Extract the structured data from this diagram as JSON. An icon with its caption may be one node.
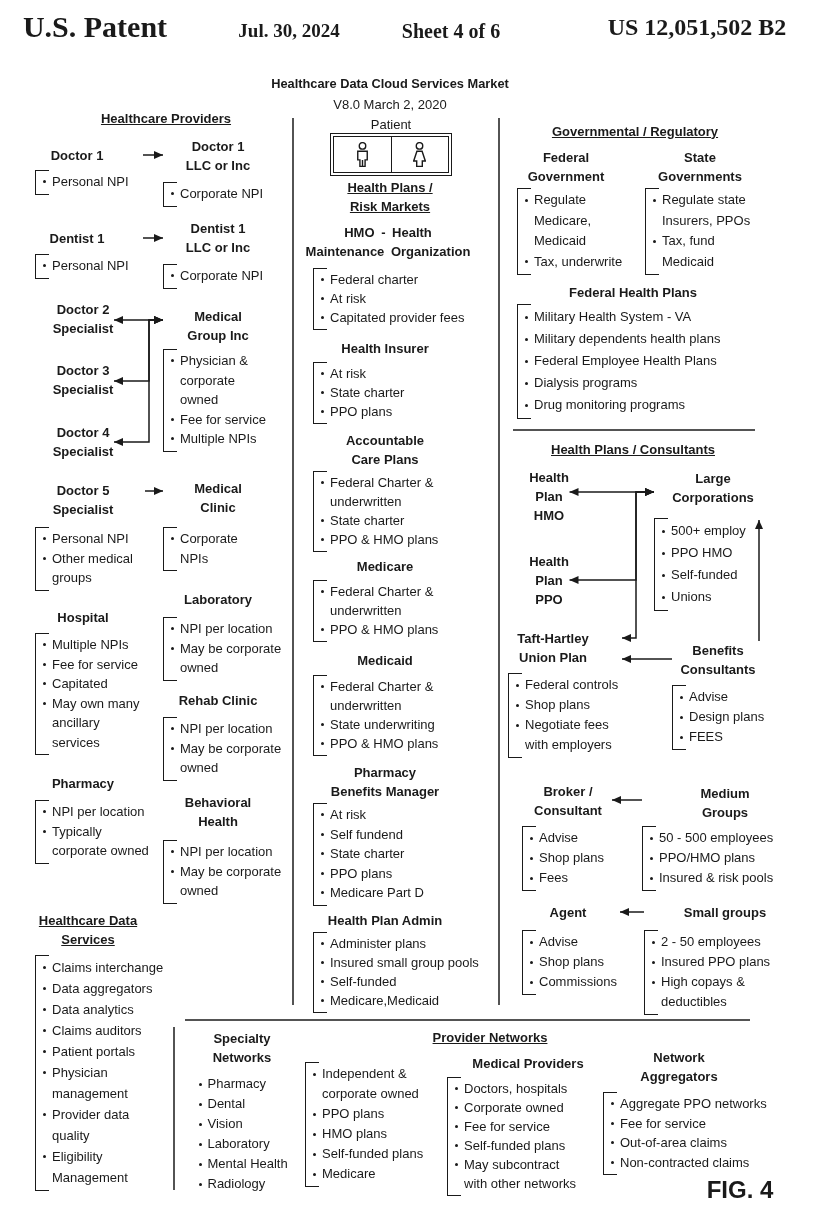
{
  "diagram": {
    "title": "Healthcare Data Cloud Services Market",
    "nodes": [
      {
        "text": [
          "Doctor 1",
          "Personal NPI"
        ]
      },
      {
        "text": [
          "Doctor 1 LLC or Inc",
          "Corporate NPI"
        ]
      },
      {
        "text": [
          "Dentist 1",
          "Personal NPI"
        ]
      },
      {
        "text": [
          "Dentist 1 LLC or Inc",
          "Corporate NPI"
        ]
      },
      {
        "text": [
          "Doctor 2 Specialist"
        ]
      },
      {
        "text": [
          "Medical Group Inc",
          "Physician & corporate owned",
          "Fee for service",
          "Multiple NPIs"
        ]
      },
      {
        "text": [
          "Doctor 3 Specialist"
        ]
      },
      {
        "text": [
          "Doctor 4 Specialist"
        ]
      },
      {
        "text": [
          "Doctor 5 Specialist",
          "Personal NPI",
          "Other medical groups"
        ]
      },
      {
        "text": [
          "Medical Clinic",
          "Corporate NPIs"
        ]
      },
      {
        "text": [
          "Hospital",
          "Multiple NPIs",
          "Fee for service",
          "Capitated",
          "May own many ancillary services"
        ]
      },
      {
        "text": [
          "Laboratory",
          "NPI per location",
          "May be corporate owned"
        ]
      },
      {
        "text": [
          "Rehab Clinic",
          "NPI per location",
          "May be corporate owned"
        ]
      },
      {
        "text": [
          "Pharmacy",
          "NPI per location",
          "Typically corporate owned"
        ]
      },
      {
        "text": [
          "Behavioral Health",
          "NPI per location",
          "May be corporate owned"
        ]
      },
      {
        "text": [
          "Healthcare Data Services",
          "Claims interchange",
          "Data aggregators",
          "Data analytics",
          "Claims auditors",
          "Patient portals",
          "Physician management",
          "Provider data quality",
          "Eligibility Management"
        ]
      },
      {
        "text": [
          "Patient"
        ]
      },
      {
        "text": [
          "HMO - Health Maintenance Organization",
          "Federal charter",
          "At risk",
          "Capitated provider fees"
        ]
      },
      {
        "text": [
          "Health Insurer",
          "At risk",
          "State charter",
          "PPO plans"
        ]
      },
      {
        "text": [
          "Accountable Care Plans",
          "Federal Charter & underwritten",
          "State charter",
          "PPO & HMO plans"
        ]
      },
      {
        "text": [
          "Medicare",
          "Federal Charter & underwritten",
          "PPO & HMO plans"
        ]
      },
      {
        "text": [
          "Medicaid",
          "Federal Charter & underwritten",
          "State underwriting",
          "PPO & HMO plans"
        ]
      },
      {
        "text": [
          "Pharmacy Benefits Manager",
          "At risk",
          "Self fundend",
          "State charter",
          "PPO plans",
          "Medicare Part D"
        ]
      },
      {
        "text": [
          "Health Plan Admin",
          "Administer plans",
          "Insured small group pools",
          "Self-funded",
          "Medicare,Medicaid"
        ]
      },
      {
        "text": [
          "Federal Government",
          "Regulate Medicare, Medicaid",
          "Tax, underwrite"
        ]
      },
      {
        "text": [
          "State Governments",
          "Regulate state Insurers, PPOs",
          "Tax, fund Medicaid"
        ]
      },
      {
        "text": [
          "Federal Health Plans",
          "Military Health System - VA",
          "Military dependents health plans",
          "Federal Employee Health Plans",
          "Dialysis programs",
          "Drug monitoring programs"
        ]
      },
      {
        "text": [
          "Health Plan HMO"
        ]
      },
      {
        "text": [
          "Large Corporations",
          "500+ employ",
          "PPO HMO",
          "Self-funded",
          "Unions"
        ]
      },
      {
        "text": [
          "Health Plan PPO"
        ]
      },
      {
        "text": [
          "Taft-Hartley Union Plan",
          "Federal controls",
          "Shop plans",
          "Negotiate fees with employers"
        ]
      },
      {
        "text": [
          "Benefits Consultants",
          "Advise",
          "Design plans",
          "FEES"
        ]
      },
      {
        "text": [
          "Broker / Consultant",
          "Advise",
          "Shop plans",
          "Fees"
        ]
      },
      {
        "text": [
          "Medium Groups",
          "50 - 500 employees",
          "PPO/HMO plans",
          "Insured & risk pools"
        ]
      },
      {
        "text": [
          "Agent",
          "Advise",
          "Shop plans",
          "Commissions"
        ]
      },
      {
        "text": [
          "Small groups",
          "2 - 50 employees",
          "Insured PPO plans",
          "High copays & deductibles"
        ]
      },
      {
        "text": [
          "Specialty Networks",
          "Pharmacy",
          "Dental",
          "Vision",
          "Laboratory",
          "Mental Health",
          "Radiology"
        ]
      },
      {
        "text": [
          "Independent & corporate owned",
          "PPO plans",
          "HMO plans",
          "Self-funded plans",
          "Medicare"
        ]
      },
      {
        "text": [
          "Medical Providers",
          "Doctors, hospitals",
          "Corporate owned",
          "Fee for service",
          "Self-funded plans",
          "May subcontract with other networks"
        ]
      },
      {
        "text": [
          "Network Aggregators",
          "Aggregate PPO networks",
          "Fee for service",
          "Out-of-area claims",
          "Non-contracted claims"
        ]
      }
    ],
    "edges": [
      {
        "from": 0,
        "to": 1,
        "arrow": "to"
      },
      {
        "from": 2,
        "to": 3,
        "arrow": "to"
      },
      {
        "from": 4,
        "to": 5,
        "arrow": "both"
      },
      {
        "from": 6,
        "to": 5,
        "arrow": "both"
      },
      {
        "from": 7,
        "to": 5,
        "arrow": "both"
      },
      {
        "from": 8,
        "to": 9,
        "arrow": "to"
      },
      {
        "from": 27,
        "to": 28,
        "arrow": "both"
      },
      {
        "from": 29,
        "to": 28,
        "arrow": "both"
      },
      {
        "from": 30,
        "to": 28,
        "arrow": "both"
      },
      {
        "from": 31,
        "to": 30,
        "arrow": "to"
      },
      {
        "from": 31,
        "to": 28,
        "arrow": "to"
      },
      {
        "from": 33,
        "to": 32,
        "arrow": "to"
      },
      {
        "from": 35,
        "to": 34,
        "arrow": "to"
      }
    ],
    "labels": [
      "U.S. Patent",
      "Jul. 30, 2024",
      "Sheet 4 of 6",
      "US 12,051,502 B2",
      "V8.0 March 2, 2020",
      "Healthcare Providers",
      "Health Plans / Risk Markets",
      "Governmental / Regulatory",
      "Health Plans / Consultants",
      "Provider Networks",
      "FIG. 4"
    ]
  }
}
